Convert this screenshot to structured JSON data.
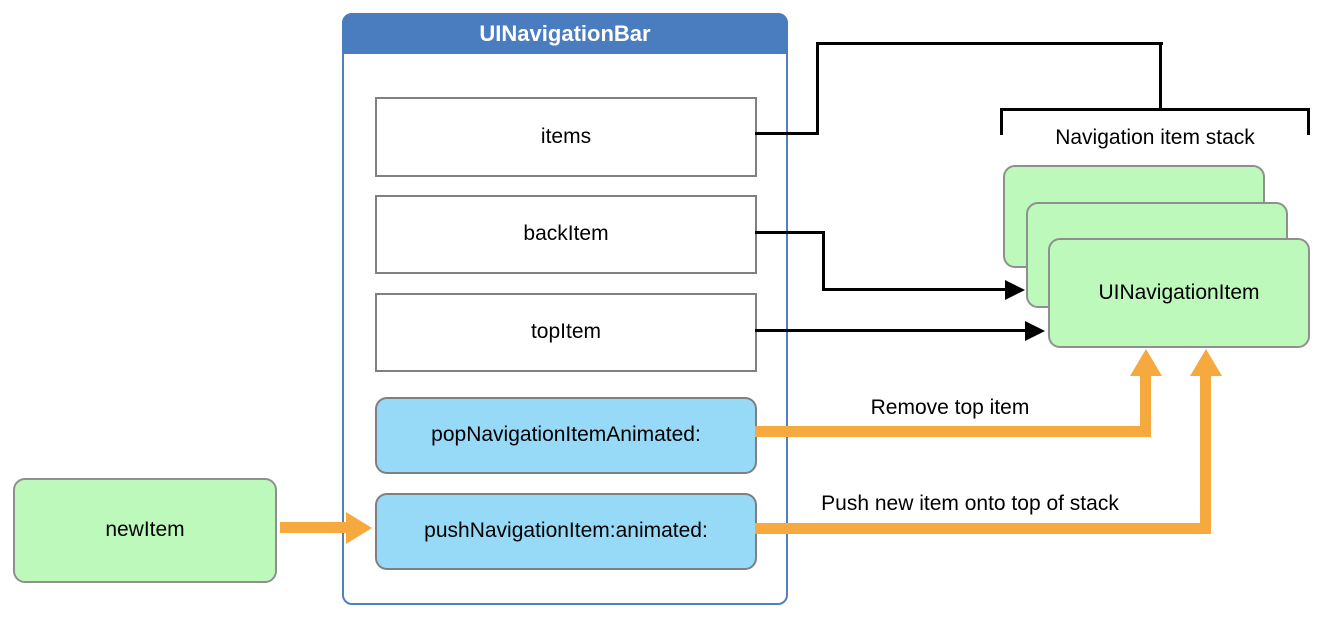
{
  "colors": {
    "header_blue": "#4A7CC0",
    "container_border": "#4F81BD",
    "method_blue": "#96DAF8",
    "method_border": "#7F7F7F",
    "item_green": "#BEF9BC",
    "green_border": "#8F8F8F",
    "arrow_orange": "#F5A93F",
    "line_black": "#000000",
    "prop_border": "#808080",
    "text": "#000000",
    "title_text": "#FFFFFF"
  },
  "navbar": {
    "title": "UINavigationBar",
    "properties": [
      {
        "label": "items"
      },
      {
        "label": "backItem"
      },
      {
        "label": "topItem"
      }
    ],
    "methods": [
      {
        "label": "popNavigationItemAnimated:"
      },
      {
        "label": "pushNavigationItem:animated:"
      }
    ]
  },
  "new_item": {
    "label": "newItem"
  },
  "stack": {
    "label": "Navigation item stack",
    "top_item": "UINavigationItem"
  },
  "annotations": {
    "remove": "Remove top item",
    "push": "Push new item onto top of stack"
  }
}
